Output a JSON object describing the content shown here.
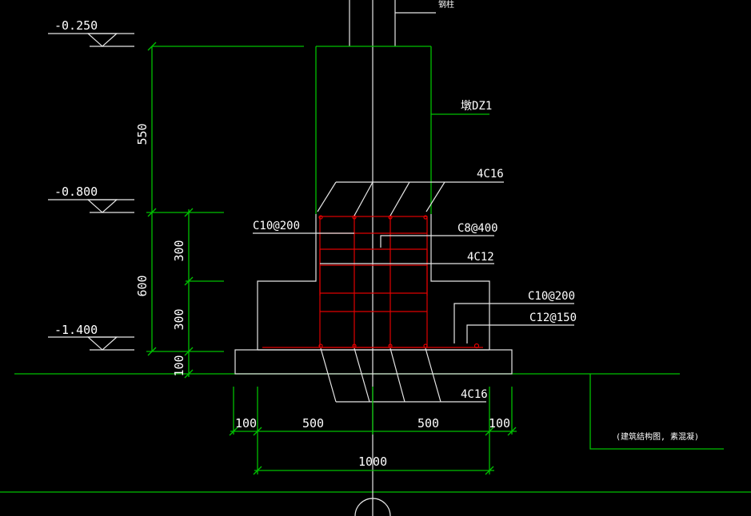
{
  "elevations": {
    "top": "-0.250",
    "middle": "-0.800",
    "bottom": "-1.400"
  },
  "vertical_dims": {
    "upper": "550",
    "middle_total": "600",
    "step_upper": "300",
    "step_lower": "300",
    "cushion": "100"
  },
  "horizontal_dims": {
    "left_edge": "100",
    "left_half": "500",
    "right_half": "500",
    "right_edge": "100",
    "total": "1000"
  },
  "rebar_labels": {
    "top_bars": "4C16",
    "stirrup_1": "C10@200",
    "tie": "C8@400",
    "middle_bars": "4C12",
    "base_mesh_1": "C10@200",
    "base_mesh_2": "C12@150",
    "bottom_bars": "4C16"
  },
  "callouts": {
    "column": "墩DZ1",
    "top_note": "钢柱",
    "side_note": "(建筑结构图, 素混凝)"
  },
  "colors": {
    "background": "#000000",
    "structure": "#00c000",
    "outline": "#e6e6e6",
    "rebar": "#e00000",
    "text": "#ffffff"
  }
}
